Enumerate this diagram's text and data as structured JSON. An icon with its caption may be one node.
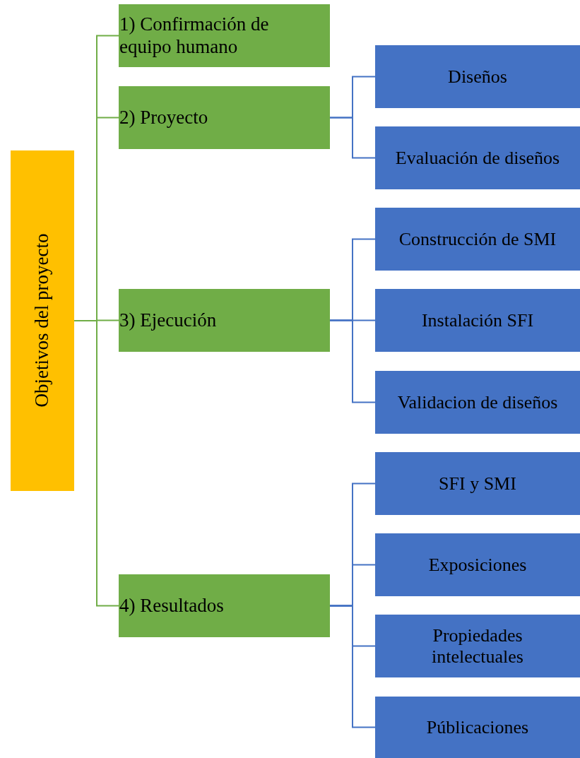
{
  "diagram": {
    "nodes": [
      {
        "text": [
          "Objetivos del proyecto"
        ]
      },
      {
        "text": [
          "1) Confirmación de equipo humano"
        ]
      },
      {
        "text": [
          "2) Proyecto"
        ]
      },
      {
        "text": [
          "Diseños"
        ]
      },
      {
        "text": [
          "Evaluación de diseños"
        ]
      },
      {
        "text": [
          "3) Ejecución"
        ]
      },
      {
        "text": [
          "Construcción de SMI"
        ]
      },
      {
        "text": [
          "Instalación SFI"
        ]
      },
      {
        "text": [
          "Validacion de diseños"
        ]
      },
      {
        "text": [
          "4) Resultados"
        ]
      },
      {
        "text": [
          "SFI y SMI"
        ]
      },
      {
        "text": [
          "Exposiciones"
        ]
      },
      {
        "text": [
          "Propiedades intelectuales"
        ]
      },
      {
        "text": [
          "Públicaciones"
        ]
      }
    ],
    "edges": [
      {
        "from": 0,
        "to": 1,
        "arrow": "none",
        "color": "#70ad47"
      },
      {
        "from": 0,
        "to": 2,
        "arrow": "none",
        "color": "#70ad47"
      },
      {
        "from": 0,
        "to": 5,
        "arrow": "none",
        "color": "#70ad47"
      },
      {
        "from": 0,
        "to": 9,
        "arrow": "none",
        "color": "#70ad47"
      },
      {
        "from": 2,
        "to": 3,
        "arrow": "none"
      },
      {
        "from": 2,
        "to": 4,
        "arrow": "none"
      },
      {
        "from": 5,
        "to": 6,
        "arrow": "none"
      },
      {
        "from": 5,
        "to": 7,
        "arrow": "none"
      },
      {
        "from": 5,
        "to": 8,
        "arrow": "none"
      },
      {
        "from": 9,
        "to": 10,
        "arrow": "none"
      },
      {
        "from": 9,
        "to": 11,
        "arrow": "none"
      },
      {
        "from": 9,
        "to": 12,
        "arrow": "none"
      },
      {
        "from": 9,
        "to": 13,
        "arrow": "none"
      }
    ]
  }
}
